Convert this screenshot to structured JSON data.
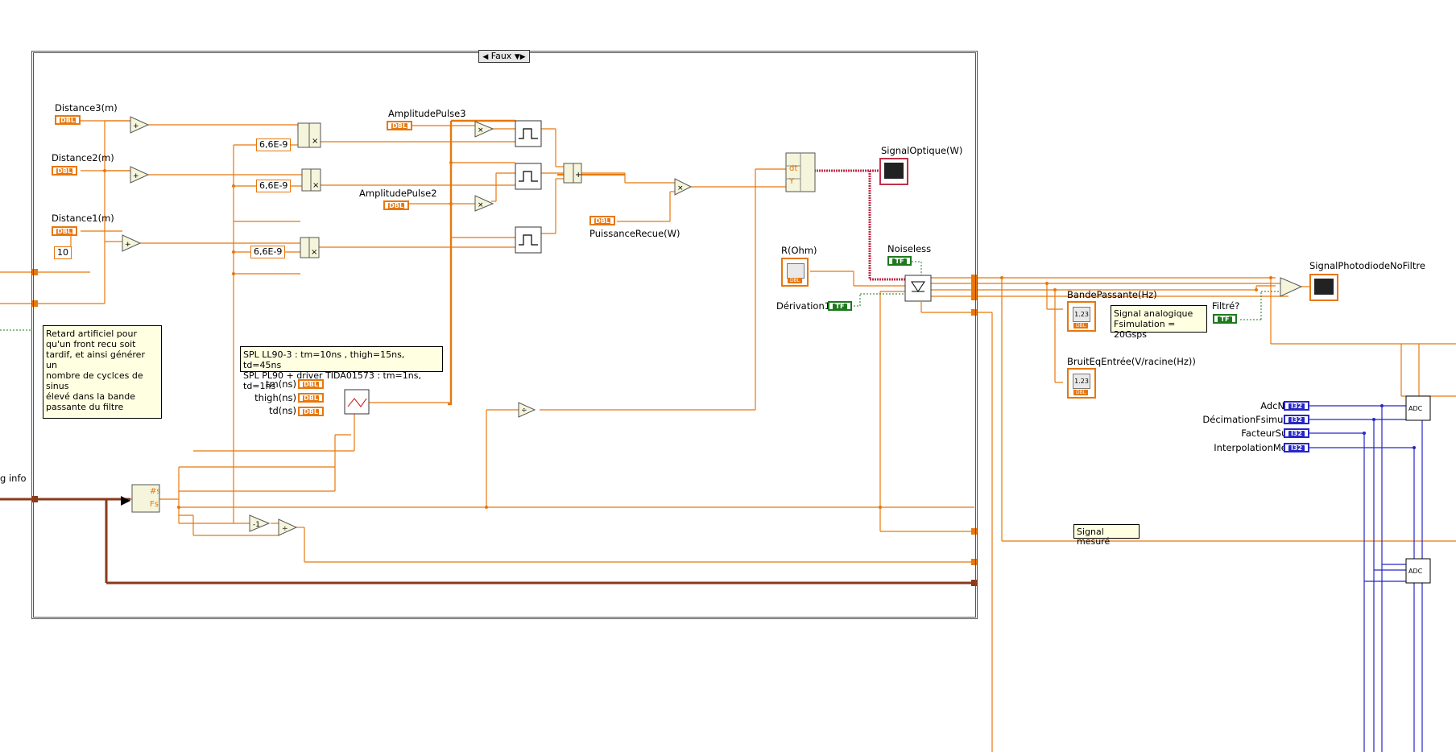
{
  "case_structure": {
    "selector_value": "Faux"
  },
  "labels": {
    "distance3": "Distance3(m)",
    "distance2": "Distance2(m)",
    "distance1": "Distance1(m)",
    "amplitude_pulse3": "AmplitudePulse3",
    "amplitude_pulse2": "AmplitudePulse2",
    "puissance_recue": "PuissanceRecue(W)",
    "signal_optique": "SignalOptique(W)",
    "r_ohm": "R(Ohm)",
    "noiseless": "Noiseless",
    "derivation1": "Dérivation1",
    "bande_passante": "BandePassante(Hz)",
    "bruit_eq": "BruitEqEntrée(V/racine(Hz))",
    "signal_photodiode": "SignalPhotodiodeNoFiltre",
    "filtre": "Filtré?",
    "tm": "tm(ns)",
    "thigh": "thigh(ns)",
    "td": "td(ns)",
    "adc_nb_bits": "AdcNbBits",
    "decimation": "DécimationFsimu/Fech",
    "facteur_sur_ech": "FacteurSurEch",
    "interpolation": "InterpolationMethod",
    "error_info": "g info",
    "adc1": "ADC",
    "adc2": "ADC",
    "signal_mesure": "Signal mesuré"
  },
  "constants": {
    "ten": "10",
    "tau3": "6,6E-9",
    "tau2": "6,6E-9",
    "tau1": "6,6E-9"
  },
  "terminal_types": {
    "dbl": "DBL",
    "bool": "TF",
    "i32": "I32",
    "num": "1.23"
  },
  "notes": {
    "retard": "Retard artificiel pour\nqu'un front recu soit\ntardif, et ainsi générer un\nnombre de cyclces de\nsinus\nélevé dans la bande\npassante du filtre",
    "spl": "SPL LL90-3 : tm=10ns , thigh=15ns, td=45ns\nSPL PL90 + driver TIDA01573 : tm=1ns, td=1ns",
    "signal_analogique": "Signal analogique\nFsimulation = 20Gsps"
  },
  "bundle_labels": {
    "hash_s": "#s",
    "fs": "Fs",
    "dt": "dt",
    "y": "Y"
  },
  "colors": {
    "dbl_wire": "#e8770c",
    "bool_wire": "#1c7a1c",
    "i32_wire": "#2626c8",
    "error_wire": "#8a3a1a",
    "waveform_wire": "#c0304a"
  }
}
